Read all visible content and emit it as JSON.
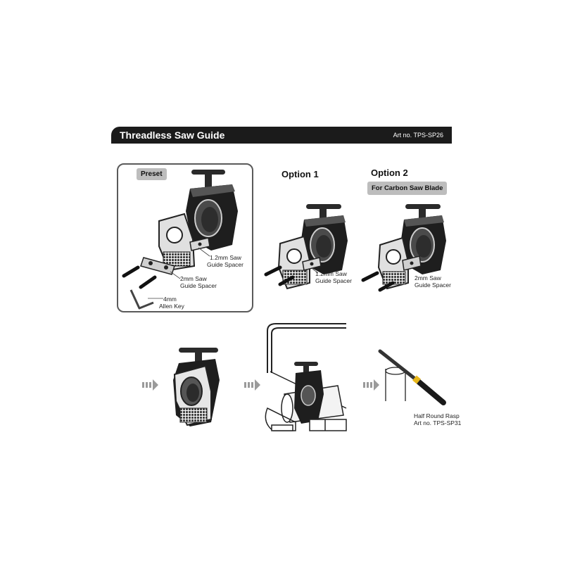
{
  "header": {
    "title": "Threadless Saw Guide",
    "art_no": "Art no. TPS-SP26"
  },
  "preset": {
    "badge": "Preset",
    "label_spacer_12_line1": "1.2mm Saw",
    "label_spacer_12_line2": "Guide Spacer",
    "label_spacer_2_line1": "2mm Saw",
    "label_spacer_2_line2": "Guide Spacer",
    "label_key_line1": "4mm",
    "label_key_line2": "Allen Key"
  },
  "option1": {
    "title": "Option 1",
    "label_line1": "1.2mm Saw",
    "label_line2": "Guide Spacer"
  },
  "option2": {
    "title": "Option 2",
    "badge": "For Carbon Saw Blade",
    "label_line1": "2mm  Saw",
    "label_line2": "Guide Spacer"
  },
  "rasp": {
    "label_line1": "Half Round Rasp",
    "label_line2": "Art no. TPS-SP31"
  },
  "colors": {
    "header_bg": "#1b1b1b",
    "badge_bg": "#bdbdbd",
    "accent_yellow": "#e8b71a"
  }
}
